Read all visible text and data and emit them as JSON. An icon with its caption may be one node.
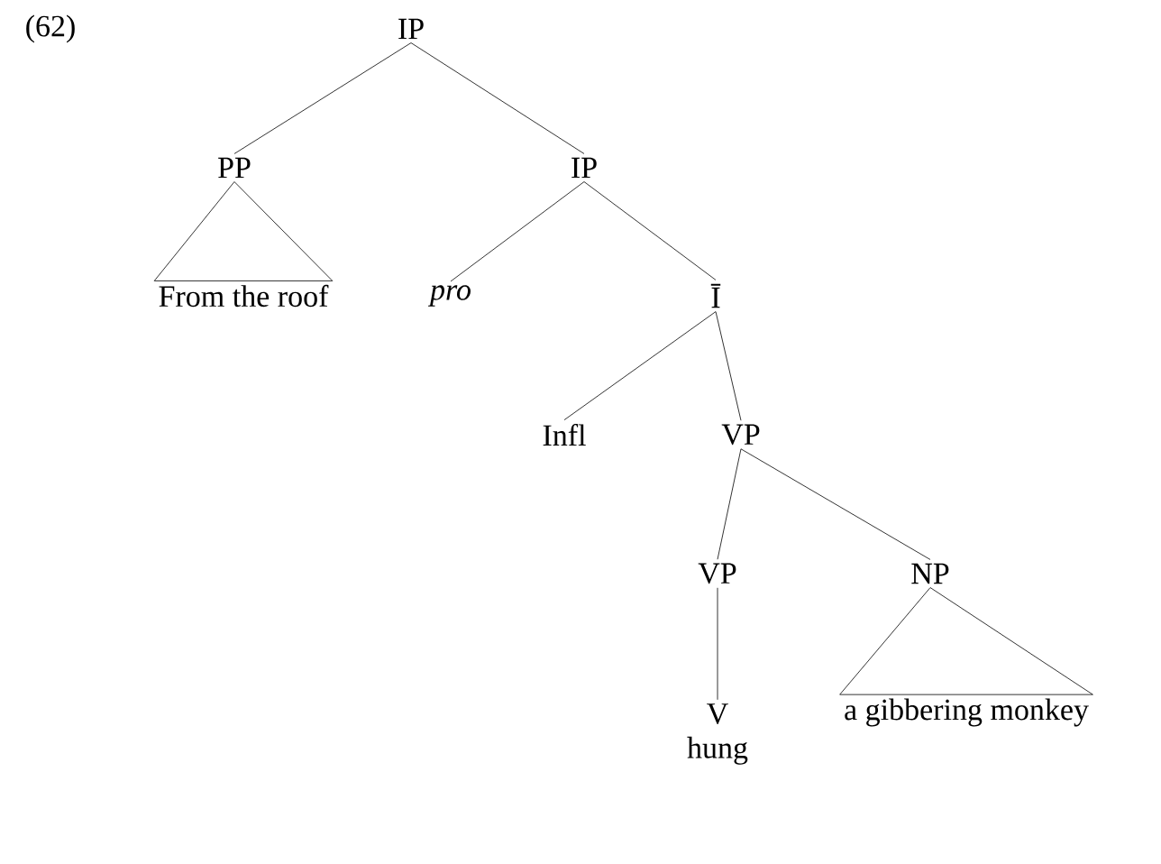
{
  "diagram": {
    "nodes": [
      {
        "text": [
          "IP"
        ]
      },
      {
        "text": [
          "PP"
        ]
      },
      {
        "text": [
          "IP"
        ]
      },
      {
        "text": [
          "From the roof"
        ]
      },
      {
        "text": [
          "pro"
        ]
      },
      {
        "text": [
          "Ī"
        ]
      },
      {
        "text": [
          "Infl"
        ]
      },
      {
        "text": [
          "VP"
        ]
      },
      {
        "text": [
          "VP"
        ]
      },
      {
        "text": [
          "NP"
        ]
      },
      {
        "text": [
          "V",
          "hung"
        ]
      },
      {
        "text": [
          "a gibbering monkey"
        ]
      }
    ],
    "edges": [
      {
        "from": 0,
        "to": 1,
        "arrow": "none"
      },
      {
        "from": 0,
        "to": 2,
        "arrow": "none"
      },
      {
        "from": 1,
        "to": 3,
        "arrow": "none"
      },
      {
        "from": 2,
        "to": 4,
        "arrow": "none"
      },
      {
        "from": 2,
        "to": 5,
        "arrow": "none"
      },
      {
        "from": 5,
        "to": 6,
        "arrow": "none"
      },
      {
        "from": 5,
        "to": 7,
        "arrow": "none"
      },
      {
        "from": 7,
        "to": 8,
        "arrow": "none"
      },
      {
        "from": 7,
        "to": 9,
        "arrow": "none"
      },
      {
        "from": 8,
        "to": 10,
        "arrow": "none"
      },
      {
        "from": 9,
        "to": 11,
        "arrow": "none"
      }
    ],
    "labels": [
      "(62)"
    ]
  }
}
